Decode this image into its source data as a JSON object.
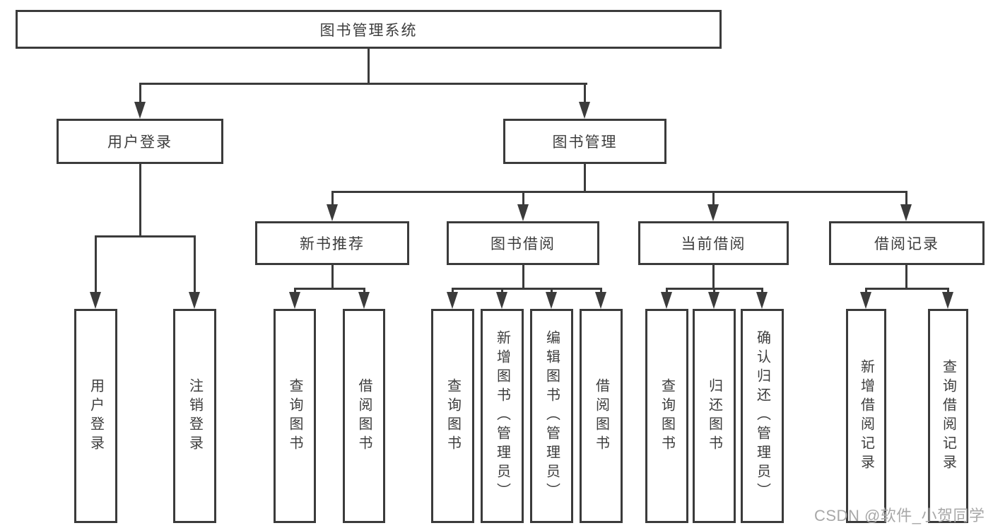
{
  "tree": {
    "root": {
      "label": "图书管理系统"
    },
    "user_branch": {
      "label": "用户登录",
      "children": [
        {
          "label": "用户登录"
        },
        {
          "label": "注销登录"
        }
      ]
    },
    "book_branch": {
      "label": "图书管理",
      "sections": [
        {
          "label": "新书推荐",
          "children": [
            {
              "label": "查询图书"
            },
            {
              "label": "借阅图书"
            }
          ]
        },
        {
          "label": "图书借阅",
          "children": [
            {
              "label": "查询图书"
            },
            {
              "label": "新增图书（管理员）"
            },
            {
              "label": "编辑图书（管理员）"
            },
            {
              "label": "借阅图书"
            }
          ]
        },
        {
          "label": "当前借阅",
          "children": [
            {
              "label": "查询图书"
            },
            {
              "label": "归还图书"
            },
            {
              "label": "确认归还（管理员）"
            }
          ]
        },
        {
          "label": "借阅记录",
          "children": [
            {
              "label": "新增借阅记录"
            },
            {
              "label": "查询借阅记录"
            }
          ]
        }
      ]
    }
  },
  "watermark": "CSDN @软件_小贺同学",
  "colors": {
    "line": "#3b3b3b",
    "text": "#3d3d3d",
    "watermark": "#a8a8a8",
    "background": "#ffffff"
  }
}
